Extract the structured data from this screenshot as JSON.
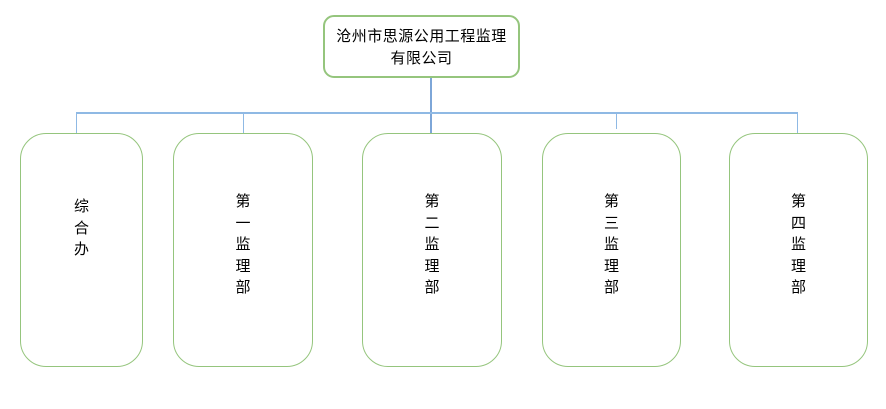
{
  "company": {
    "name_lines": [
      "沧州市思源公用工程监理",
      "有限公司"
    ],
    "full_name": "沧州市思源公用工程监理有限公司"
  },
  "departments": [
    {
      "label": "综合办"
    },
    {
      "label": "第一监理部"
    },
    {
      "label": "第二监理部"
    },
    {
      "label": "第三监理部"
    },
    {
      "label": "第四监理部"
    }
  ],
  "colors": {
    "box_border_green": "#95c57d",
    "connector_blue": "#8fb9e4",
    "connector_blue_dark": "#7da6d8",
    "text": "#000000",
    "background": "#ffffff"
  }
}
